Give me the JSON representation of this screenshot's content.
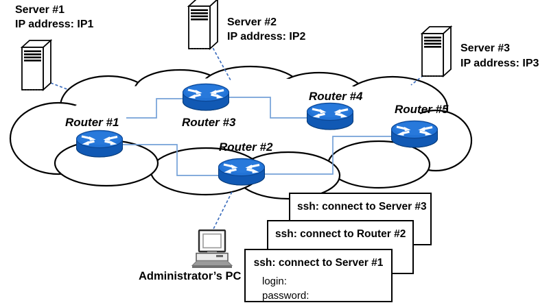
{
  "servers": [
    {
      "name": "Server #1",
      "ip": "IP address: IP1"
    },
    {
      "name": "Server #2",
      "ip": "IP address: IP2"
    },
    {
      "name": "Server #3",
      "ip": "IP address: IP3"
    }
  ],
  "routers": [
    {
      "name": "Router #1"
    },
    {
      "name": "Router #2"
    },
    {
      "name": "Router #3"
    },
    {
      "name": "Router #4"
    },
    {
      "name": "Router #5"
    }
  ],
  "admin_pc": {
    "label": "Administrator’s PC"
  },
  "ssh_windows": [
    {
      "title": "ssh: connect to Server #3"
    },
    {
      "title": "ssh: connect to Router #2"
    },
    {
      "title": "ssh: connect to Server #1",
      "prompts": [
        "login:",
        "password:"
      ]
    }
  ],
  "icons": {
    "cloud": "network-cloud",
    "router": "cisco-router-icon",
    "server": "server-tower-icon",
    "pc": "desktop-pc-icon"
  },
  "colors": {
    "router_blue_top": "#2273D6",
    "router_blue_side": "#1159B4",
    "router_blue_bottom": "#0A4FA3",
    "link_solid": "#74A1D8",
    "link_dashed": "#3F6FBE",
    "outline": "#000000",
    "window_bg": "#FFFFFF"
  }
}
